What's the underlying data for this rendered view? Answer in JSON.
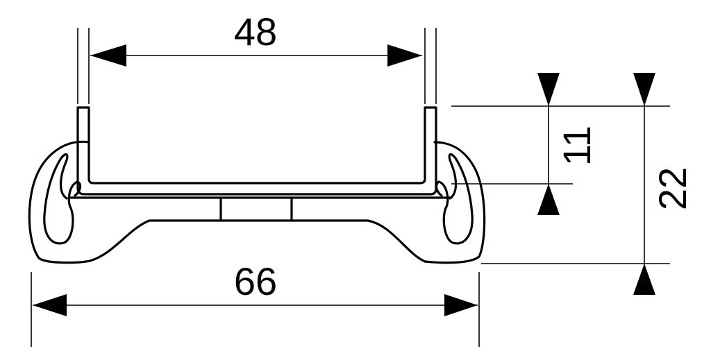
{
  "dimensions": {
    "top_width": "48",
    "bottom_width": "66",
    "inner_height": "11",
    "total_height": "22"
  },
  "colors": {
    "line": "#000000",
    "background": "#ffffff"
  }
}
